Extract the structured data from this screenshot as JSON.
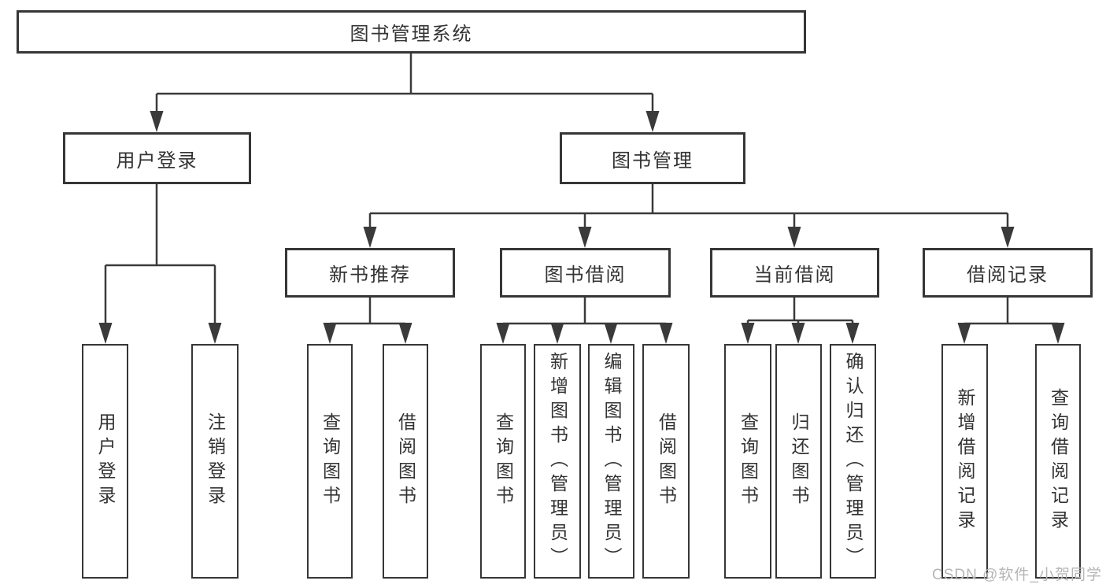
{
  "colors": {
    "line_color": "#3a3a3a",
    "border_color": "#363636",
    "text_color": "#333333",
    "watermark_color": "#b6b6b6"
  },
  "watermark": "CSDN @软件_小贺同学",
  "tree": {
    "label": "图书管理系统",
    "children": [
      {
        "label": "用户登录",
        "children": [
          {
            "label": "用户登录"
          },
          {
            "label": "注销登录"
          }
        ]
      },
      {
        "label": "图书管理",
        "children": [
          {
            "label": "新书推荐",
            "children": [
              {
                "label": "查询图书"
              },
              {
                "label": "借阅图书"
              }
            ]
          },
          {
            "label": "图书借阅",
            "children": [
              {
                "label": "查询图书"
              },
              {
                "label": "新增图书（管理员）"
              },
              {
                "label": "编辑图书（管理员）"
              },
              {
                "label": "借阅图书"
              }
            ]
          },
          {
            "label": "当前借阅",
            "children": [
              {
                "label": "查询图书"
              },
              {
                "label": "归还图书"
              },
              {
                "label": "确认归还（管理员）"
              }
            ]
          },
          {
            "label": "借阅记录",
            "children": [
              {
                "label": "新增借阅记录"
              },
              {
                "label": "查询借阅记录"
              }
            ]
          }
        ]
      }
    ]
  }
}
